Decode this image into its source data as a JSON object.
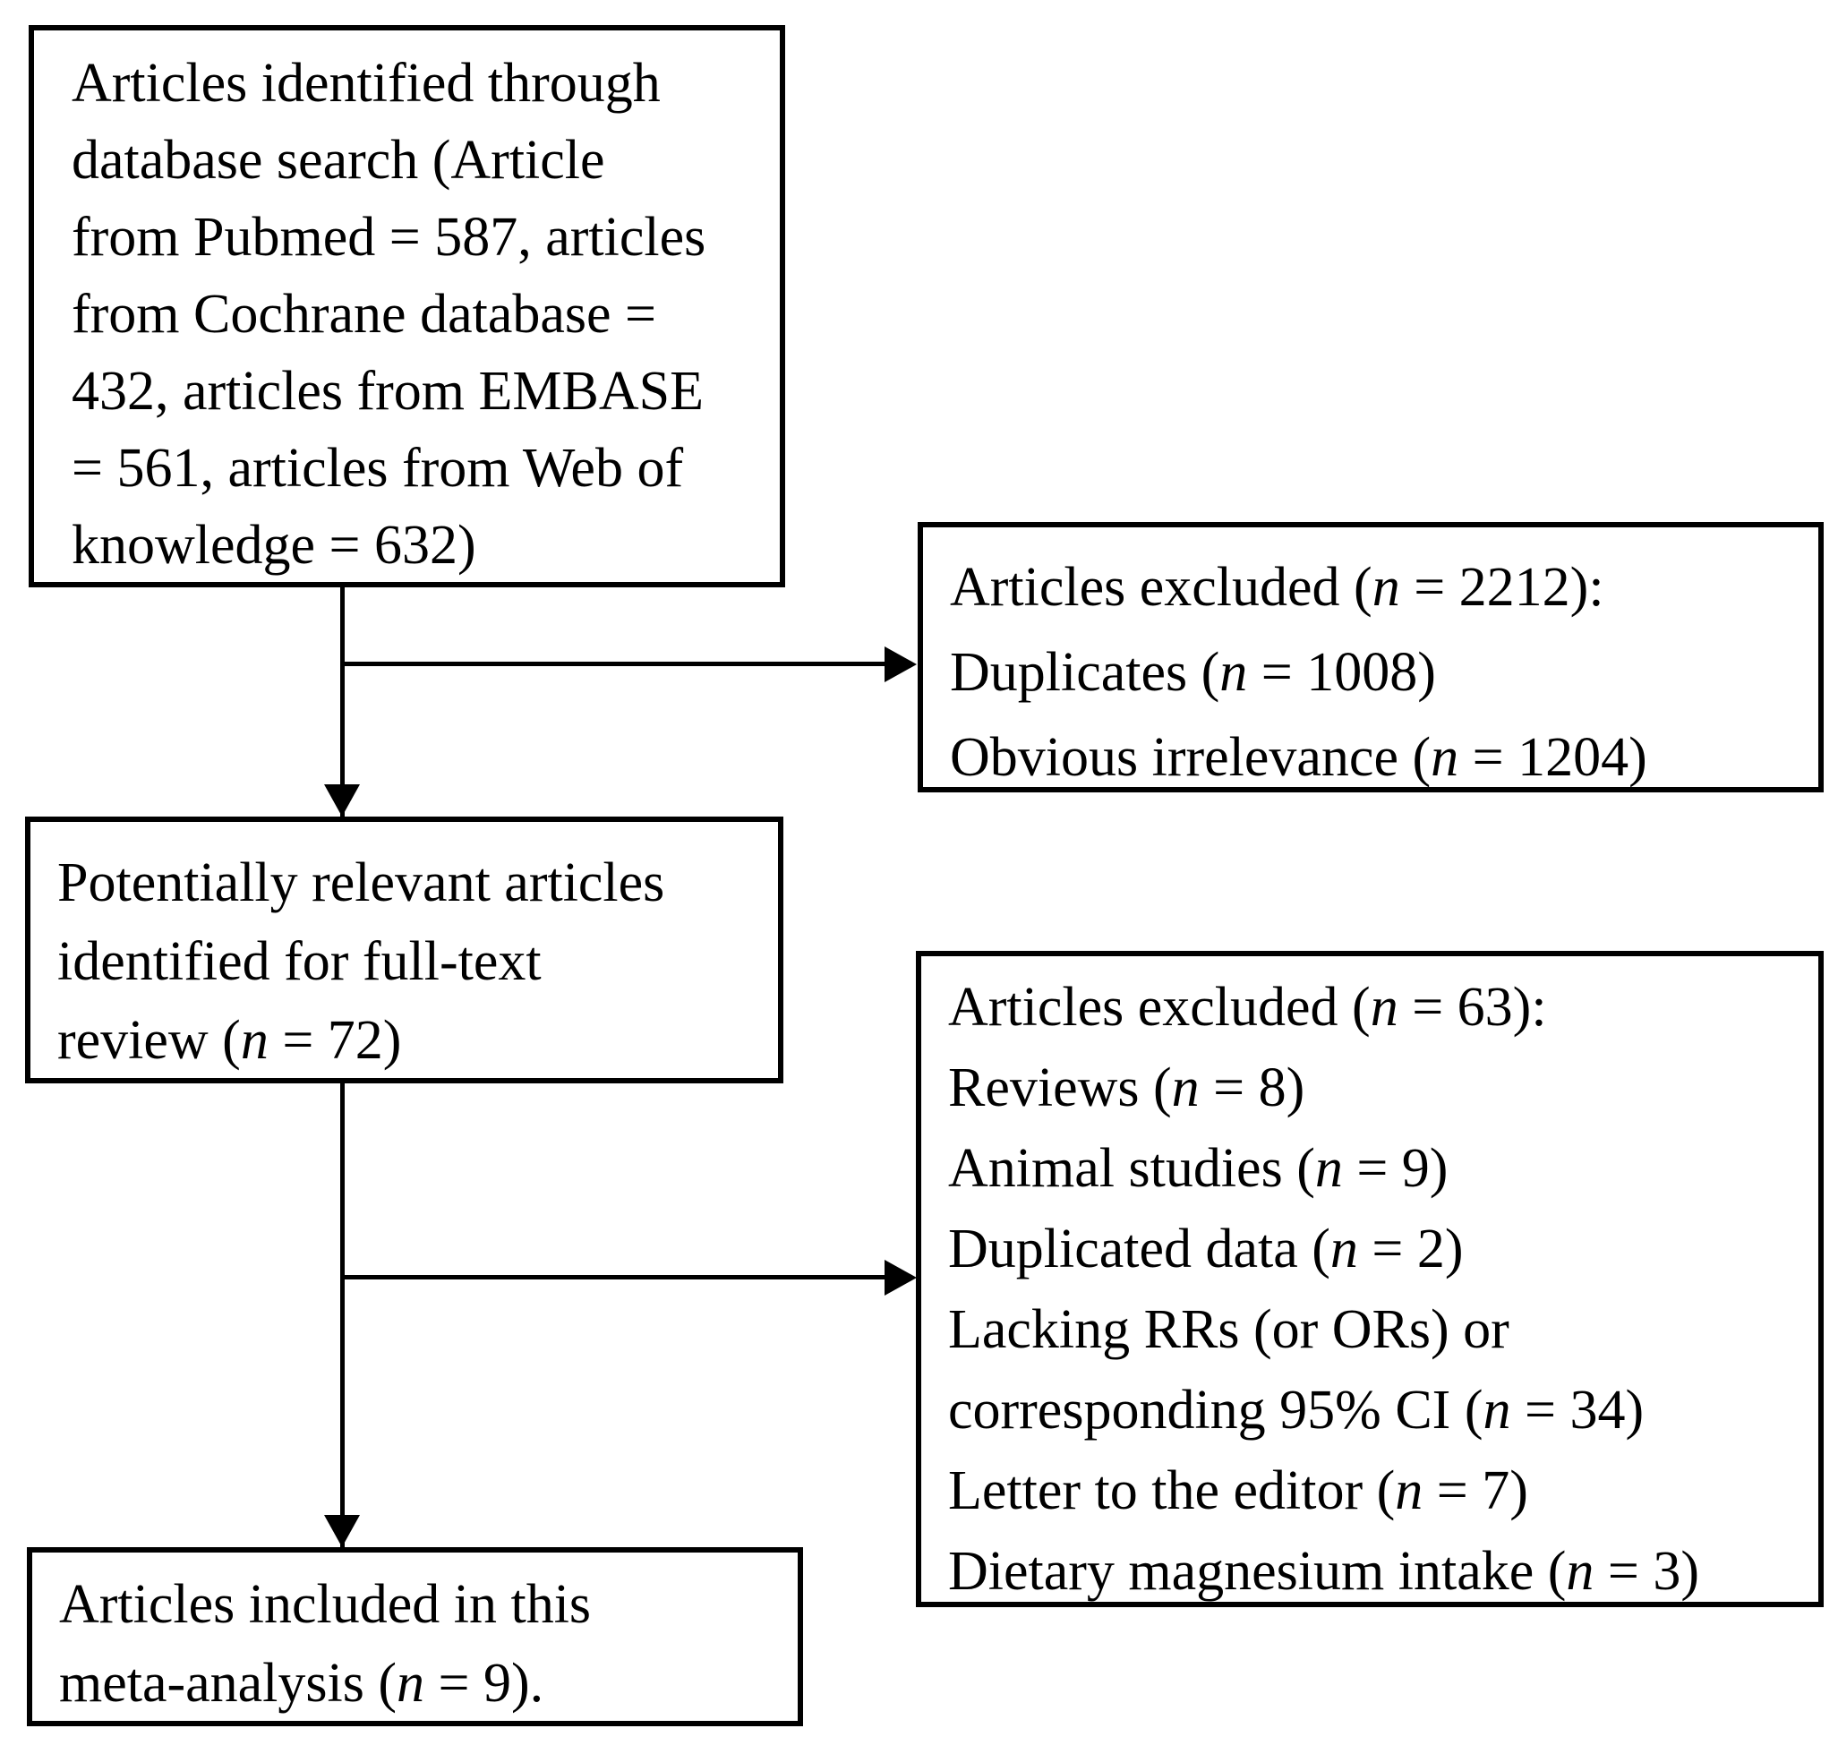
{
  "figure": {
    "type": "prisma-flow-diagram",
    "colors": {
      "background": "#ffffff",
      "foreground": "#000000"
    },
    "boxes": {
      "identification": {
        "lines": [
          "Articles identified through",
          "database search (Article",
          "from Pubmed = 587, articles",
          "from Cochrane database =",
          "432, articles from EMBASE",
          "= 561, articles from Web of",
          "knowledge = 632)"
        ]
      },
      "excluded_initial": {
        "lines": [
          "Articles excluded (n = 2212):",
          "Duplicates (n = 1008)",
          "Obvious irrelevance (n = 1204)"
        ]
      },
      "full_text_review": {
        "lines": [
          "Potentially relevant articles",
          "identified for full-text",
          "review (n = 72)"
        ]
      },
      "excluded_full_text": {
        "lines": [
          "Articles excluded (n = 63):",
          "Reviews (n = 8)",
          "Animal studies (n = 9)",
          "Duplicated data (n = 2)",
          "Lacking RRs (or ORs) or",
          "corresponding 95% CI (n = 34)",
          "Letter to the editor (n = 7)",
          "Dietary magnesium intake (n = 3)"
        ]
      },
      "included": {
        "lines": [
          "Articles included in this",
          "meta-analysis (n = 9)."
        ]
      }
    }
  }
}
